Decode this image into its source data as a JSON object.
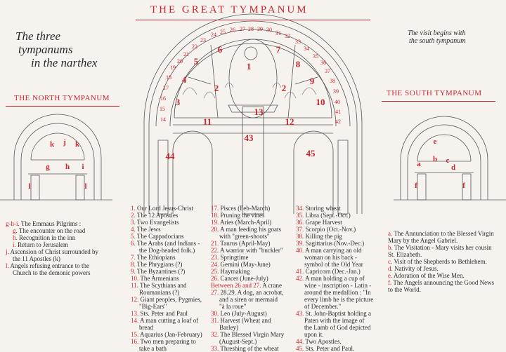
{
  "titles": {
    "main": "THE GREAT TYMPANUM",
    "intro": [
      "The three",
      "tympanums",
      "in the narthex"
    ],
    "visit": [
      "The visit begins with",
      "the south tympanum"
    ],
    "north": "THE NORTH TYMPANUM",
    "south": "THE SOUTH TYMPANUM"
  },
  "north_legend": [
    {
      "k": "g-h-i.",
      "t": " The Emmaus Pilgrims :"
    },
    {
      "k": "g.",
      "t": " The encounter on the road",
      "indent": true
    },
    {
      "k": "h.",
      "t": " Recognition in the inn",
      "indent": true
    },
    {
      "k": "i.",
      "t": " Return to Jerusalem",
      "indent": true
    },
    {
      "k": "j.",
      "t": " Ascension of Christ surrounded by"
    },
    {
      "k": "",
      "t": "the 11 Apostles (k)",
      "indent": true
    },
    {
      "k": "l.",
      "t": " Angels refusing entrance to the"
    },
    {
      "k": "",
      "t": "Church to the demonic powers",
      "indent": true
    }
  ],
  "great_legend_col1": [
    {
      "n": "1.",
      "t": " Our Lord Jesus-Christ"
    },
    {
      "n": "2.",
      "t": " The 12 Apostles"
    },
    {
      "n": "3.",
      "t": " Two Evangelists"
    },
    {
      "n": "4.",
      "t": " The Jews"
    },
    {
      "n": "5.",
      "t": " The Cappadocians"
    },
    {
      "n": "6.",
      "t": " The Arabs (and Indians -"
    },
    {
      "n": "",
      "t": "the Dog-headed folk.)"
    },
    {
      "n": "7.",
      "t": " The Ethiopians"
    },
    {
      "n": "8.",
      "t": " The Phrygians (?)"
    },
    {
      "n": "9.",
      "t": " The Byzantines (?)"
    },
    {
      "n": "10.",
      "t": " The Armenians"
    },
    {
      "n": "11.",
      "t": " The Scythians and"
    },
    {
      "n": "",
      "t": "Roumanians (?)"
    },
    {
      "n": "12.",
      "t": " Giant peoples, Pygmies,"
    },
    {
      "n": "",
      "t": "\"Big-Ears\""
    },
    {
      "n": "13.",
      "t": " Sts. Peter and Paul"
    },
    {
      "n": "14.",
      "t": " A man cutting a loaf of"
    },
    {
      "n": "",
      "t": "bread"
    },
    {
      "n": "15.",
      "t": " Aquarius (Jan-February)"
    },
    {
      "n": "16.",
      "t": " Two men preparing to"
    },
    {
      "n": "",
      "t": "take a bath"
    }
  ],
  "great_legend_col2": [
    {
      "n": "17.",
      "t": " Pisces (Feb-March)"
    },
    {
      "n": "18.",
      "t": " Pruning the vines"
    },
    {
      "n": "19.",
      "t": " Aries (March-April)"
    },
    {
      "n": "20.",
      "t": " A man feeding his goats"
    },
    {
      "n": "",
      "t": "with \"green-shoots\""
    },
    {
      "n": "21.",
      "t": " Taurus (April-May)"
    },
    {
      "n": "22.",
      "t": " A warrior with \"buckler\""
    },
    {
      "n": "23.",
      "t": " Springtime"
    },
    {
      "n": "24.",
      "t": " Gemini (May-June)"
    },
    {
      "n": "25.",
      "t": " Haymaking"
    },
    {
      "n": "26.",
      "t": " Cancer (June-July)"
    },
    {
      "n": "Between 26 and 27.",
      "t": " A crane"
    },
    {
      "n": "27.",
      "t": " 28.29. A dog, an acrobat,"
    },
    {
      "n": "",
      "t": "and a siren or mermaid"
    },
    {
      "n": "",
      "t": "\"à la roue\""
    },
    {
      "n": "30.",
      "t": " Leo (July-August)"
    },
    {
      "n": "31.",
      "t": " Harvest (Wheat and"
    },
    {
      "n": "",
      "t": "Barley)"
    },
    {
      "n": "32.",
      "t": " The Blessed Virgin Mary"
    },
    {
      "n": "",
      "t": "(August-Sept.)"
    },
    {
      "n": "33.",
      "t": " Threshing of the wheat"
    }
  ],
  "great_legend_col3": [
    {
      "n": "34.",
      "t": " Storing wheat"
    },
    {
      "n": "35.",
      "t": " Libra (Sept.-Oct.)"
    },
    {
      "n": "36.",
      "t": " Grape Harvest"
    },
    {
      "n": "37.",
      "t": " Scorpio (Oct.-Nov.)"
    },
    {
      "n": "38.",
      "t": " Killing the pig"
    },
    {
      "n": "39.",
      "t": " Sagittarius (Nov.-Dec.)"
    },
    {
      "n": "40.",
      "t": " A man carrying an old"
    },
    {
      "n": "",
      "t": "woman on his back -"
    },
    {
      "n": "",
      "t": "symbol of the Old Year"
    },
    {
      "n": "41.",
      "t": " Capricorn (Dec.-Jan.)"
    },
    {
      "n": "42.",
      "t": " A man holding a cup of"
    },
    {
      "n": "",
      "t": "wine -  inscription - Latin -"
    },
    {
      "n": "",
      "t": "around the  medallion : \"In"
    },
    {
      "n": "",
      "t": "every limb he is the picture"
    },
    {
      "n": "",
      "t": "of December.\""
    },
    {
      "n": "43.",
      "t": " St. John-Baptist holding a"
    },
    {
      "n": "",
      "t": "Paten with the image of"
    },
    {
      "n": "",
      "t": "the Lamb of God depicted"
    },
    {
      "n": "",
      "t": "upon it."
    },
    {
      "n": "44.",
      "t": " Two Apostles."
    },
    {
      "n": "45.",
      "t": " Sts. Peter and Paul."
    }
  ],
  "south_legend": [
    {
      "k": "a.",
      "t": " The Annunciation to the Blessed Virgin"
    },
    {
      "k": "",
      "t": "Mary by the Angel Gabriel."
    },
    {
      "k": "b.",
      "t": " The Visitation - Mary visits her cousin"
    },
    {
      "k": "",
      "t": "St. Elizabeth."
    },
    {
      "k": "c.",
      "t": " Visit of the Shepherds to Bethlehem."
    },
    {
      "k": "d.",
      "t": " Nativity of Jesus."
    },
    {
      "k": "e.",
      "t": " Adoration of the Wise Men."
    },
    {
      "k": "f.",
      "t": " The Angels announcing the Good News"
    },
    {
      "k": "",
      "t": "to the World."
    }
  ],
  "great_labels": {
    "ring": [
      "14",
      "15",
      "16",
      "17",
      "18",
      "19",
      "20",
      "21",
      "22",
      "23",
      "24",
      "25",
      "26",
      "27",
      "28",
      "29",
      "30",
      "31",
      "32",
      "33",
      "34",
      "35",
      "36",
      "37",
      "38",
      "39",
      "40",
      "41",
      "42"
    ],
    "inner": [
      "1",
      "2",
      "2",
      "3",
      "4",
      "5",
      "6",
      "7",
      "8",
      "9",
      "10",
      "11",
      "12",
      "13",
      "43",
      "44",
      "45"
    ]
  },
  "north_labels": [
    "k",
    "j",
    "k",
    "g",
    "h",
    "i",
    "l",
    "l"
  ],
  "south_labels": [
    "e",
    "a",
    "b",
    "c",
    "d",
    "f",
    "f"
  ]
}
